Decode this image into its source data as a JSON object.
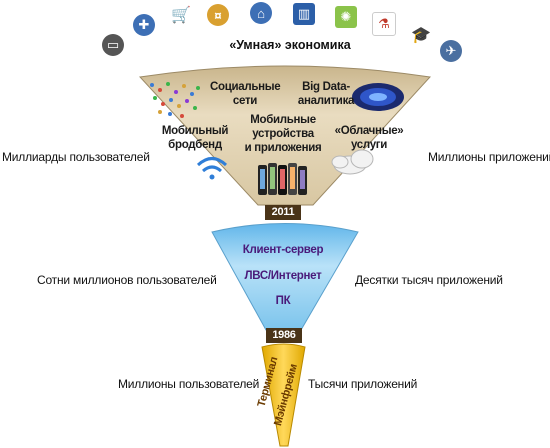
{
  "title": "«Умная» экономика",
  "years": {
    "top": "2011",
    "bottom": "1986"
  },
  "top_funnel": {
    "social": [
      "Социальные",
      "сети"
    ],
    "bigdata": [
      "Big Data-",
      "аналитика"
    ],
    "broadband": [
      "Мобильный",
      "бродбенд"
    ],
    "devices": [
      "Мобильные",
      "устройства",
      "и приложения"
    ],
    "cloud": [
      "«Облачные»",
      "услуги"
    ]
  },
  "middle_funnel": [
    "Клиент-сервер",
    "ЛВС/Интернет",
    "ПК"
  ],
  "bottom_funnel": [
    "Терминал",
    "Мэйнфрейм"
  ],
  "side_labels": {
    "left_top": "Миллиарды пользователей",
    "right_top": "Миллионы приложений",
    "left_mid": "Сотни миллионов пользователей",
    "right_mid": "Десятки тысяч приложений",
    "left_bot": "Миллионы пользователей",
    "right_bot": "Тысячи приложений"
  },
  "icons": [
    "tv-icon",
    "medical-icon",
    "cart-icon",
    "coin-icon",
    "capitol-icon",
    "bank-icon",
    "lightbulb-icon",
    "flask-icon",
    "graduation-cap-icon",
    "airplane-icon"
  ],
  "colors": {
    "top_funnel": "#d9c9a6",
    "middle_funnel": "#7fc7ee",
    "bottom_funnel": "#f1c232",
    "year_box": "#4a3418",
    "middle_text": "#4a1a7a"
  }
}
